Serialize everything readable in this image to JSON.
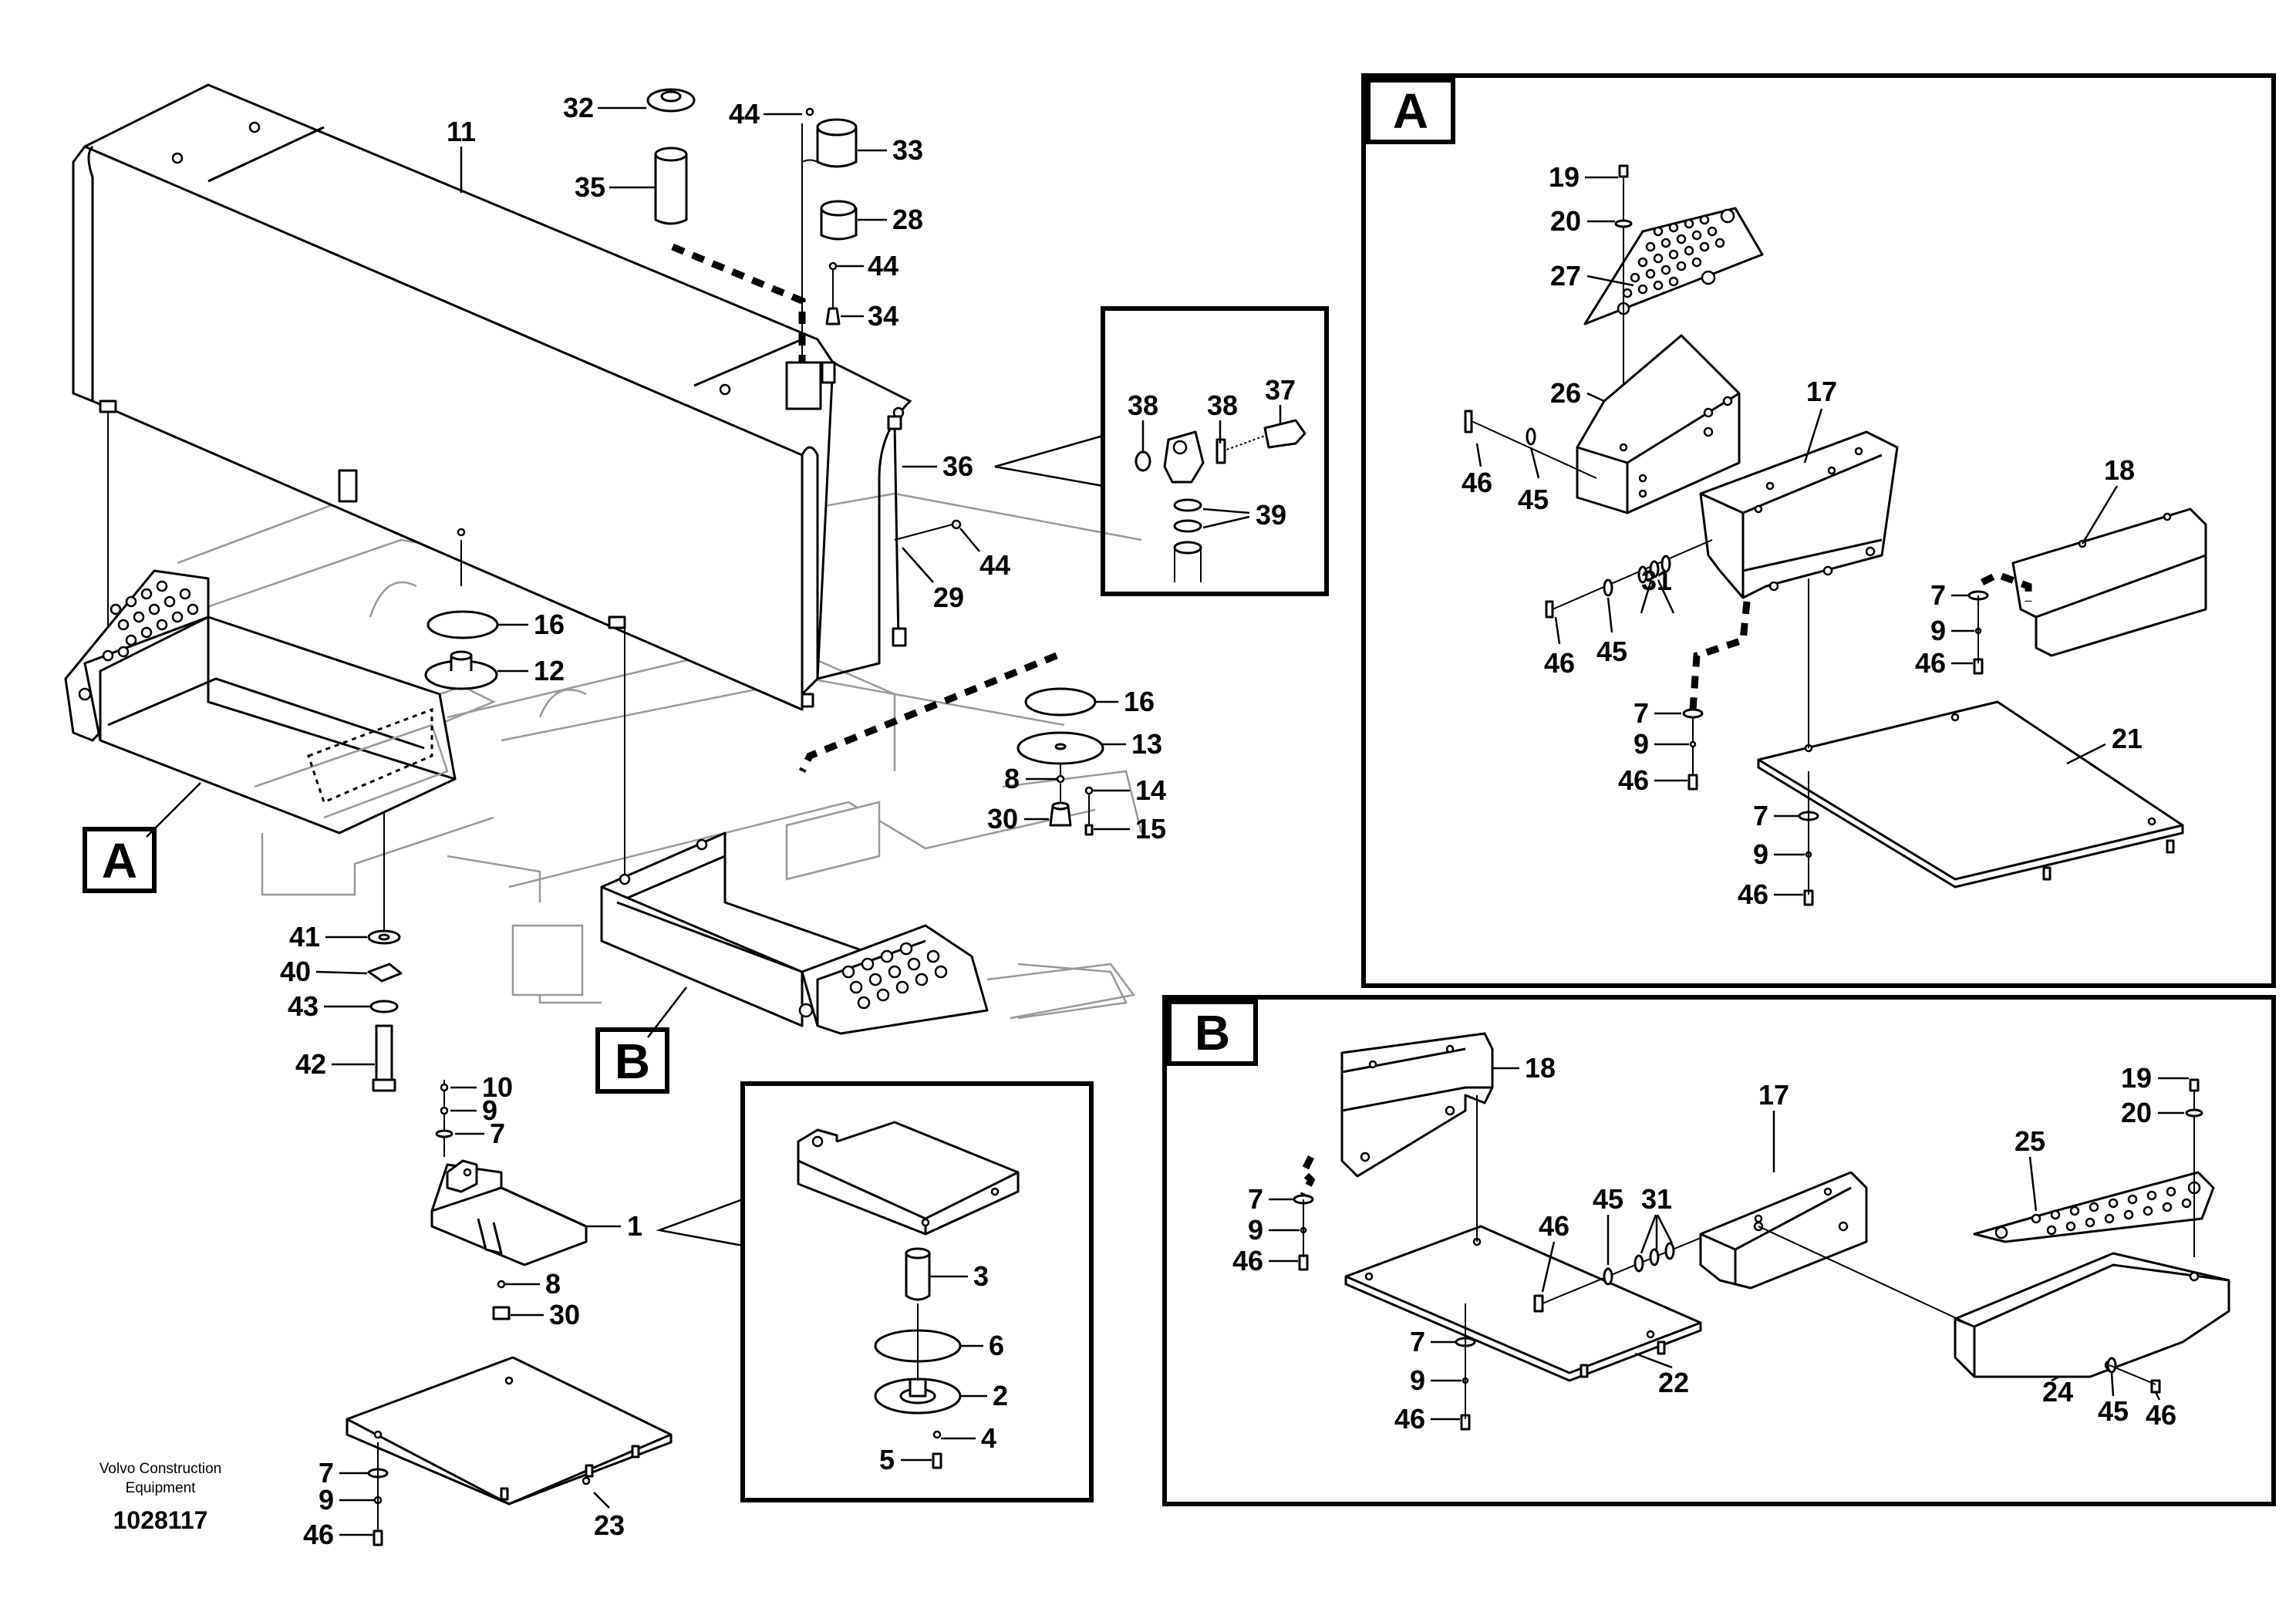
{
  "view_labels": {
    "a": "A",
    "b": "B"
  },
  "footer": {
    "brand_line1": "Volvo Construction",
    "brand_line2": "Equipment",
    "document_number": "1028117"
  },
  "main_callouts": {
    "c11": "11",
    "c32": "32",
    "c35": "35",
    "c44a": "44",
    "c33": "33",
    "c28": "28",
    "c44b": "44",
    "c34": "34",
    "c36": "36",
    "c44c": "44",
    "c29": "29",
    "c16a": "16",
    "c12": "12",
    "c16b": "16",
    "c13": "13",
    "c8a": "8",
    "c14": "14",
    "c30a": "30",
    "c15": "15",
    "c41": "41",
    "c40": "40",
    "c43": "43",
    "c42": "42",
    "c10": "10",
    "c9a": "9",
    "c7a": "7",
    "c1": "1",
    "c8b": "8",
    "c30b": "30",
    "c7b": "7",
    "c9b": "9",
    "c46a": "46",
    "c23": "23"
  },
  "detail_36": {
    "c38a": "38",
    "c38b": "38",
    "c37": "37",
    "c39": "39"
  },
  "detail_1": {
    "c3": "3",
    "c6": "6",
    "c2": "2",
    "c4": "4",
    "c5": "5"
  },
  "box_a": {
    "c19": "19",
    "c20": "20",
    "c27": "27",
    "c26": "26",
    "c17": "17",
    "c18": "18",
    "c46a": "46",
    "c45a": "45",
    "c31": "31",
    "c46b": "46",
    "c45b": "45",
    "c7a": "7",
    "c9a": "9",
    "c46c": "46",
    "c7b": "7",
    "c9b": "9",
    "c46d": "46",
    "c21": "21",
    "c7c": "7",
    "c9c": "9",
    "c46e": "46"
  },
  "box_b": {
    "c18": "18",
    "c17": "17",
    "c19": "19",
    "c20": "20",
    "c25": "25",
    "c7a": "7",
    "c9a": "9",
    "c46a": "46",
    "c46b": "46",
    "c45a": "45",
    "c31": "31",
    "c7b": "7",
    "c9b": "9",
    "c46c": "46",
    "c22": "22",
    "c24": "24",
    "c45b": "45",
    "c46d": "46"
  }
}
